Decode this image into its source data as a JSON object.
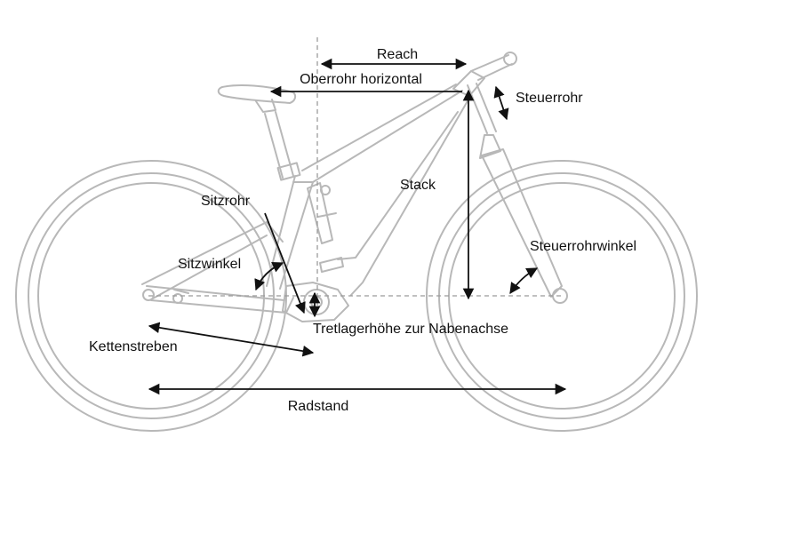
{
  "labels": {
    "reach": "Reach",
    "top_tube": "Oberrohr horizontal",
    "head_tube": "Steuerrohr",
    "stack": "Stack",
    "seat_tube": "Sitzrohr",
    "head_angle": "Steuerrohrwinkel",
    "seat_angle": "Sitzwinkel",
    "bb_drop": "Tretlagerhöhe zur Nabenachse",
    "chainstay": "Kettenstreben",
    "wheelbase": "Radstand"
  },
  "colors": {
    "frame_line": "#b8b8b8",
    "dimension_line": "#111111",
    "guide_line": "#9a9a9a",
    "background": "#ffffff"
  }
}
